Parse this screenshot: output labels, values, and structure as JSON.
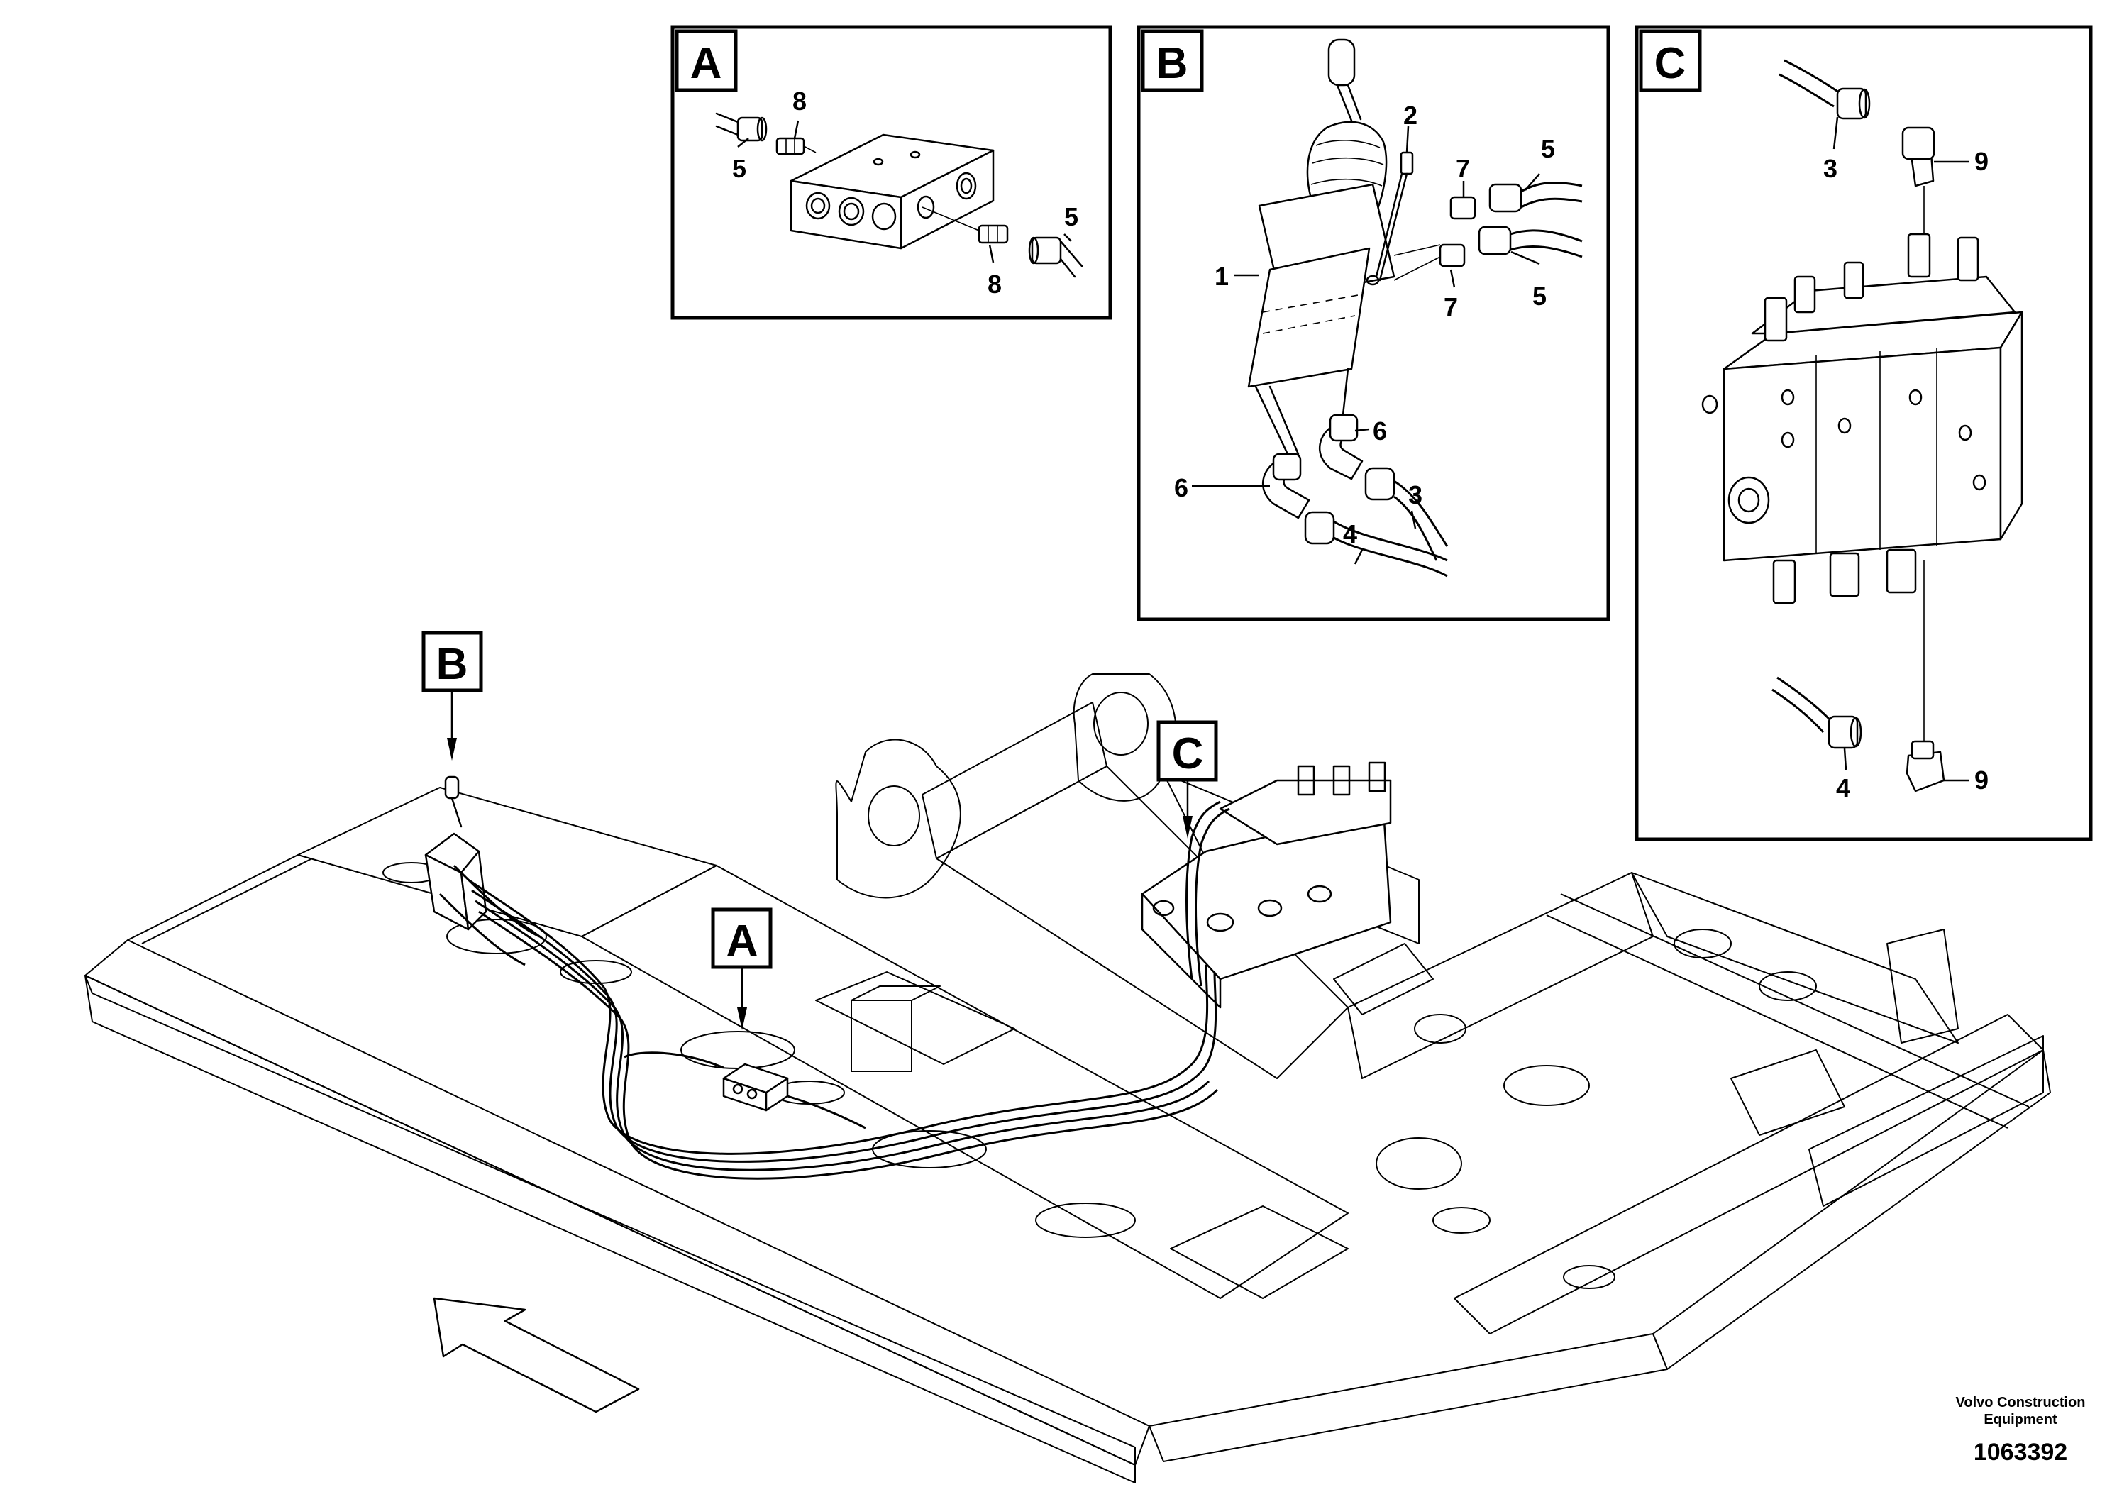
{
  "detail_panels": {
    "A": {
      "letter": "A",
      "callouts": {
        "c5_left": "5",
        "c8_top": "8",
        "c5_right": "5",
        "c8_bottom": "8"
      }
    },
    "B": {
      "letter": "B",
      "callouts": {
        "c1": "1",
        "c2": "2",
        "c7_top": "7",
        "c5_top": "5",
        "c7_bottom": "7",
        "c5_bottom": "5",
        "c6_right": "6",
        "c6_left": "6",
        "c3": "3",
        "c4": "4"
      }
    },
    "C": {
      "letter": "C",
      "callouts": {
        "c3": "3",
        "c9_top": "9",
        "c4": "4",
        "c9_bottom": "9"
      }
    }
  },
  "main_view": {
    "marker_b": "B",
    "marker_a": "A",
    "marker_c": "C"
  },
  "footer": {
    "company": "Volvo Construction",
    "company_line2": "Equipment",
    "drawing_number": "1063392"
  }
}
